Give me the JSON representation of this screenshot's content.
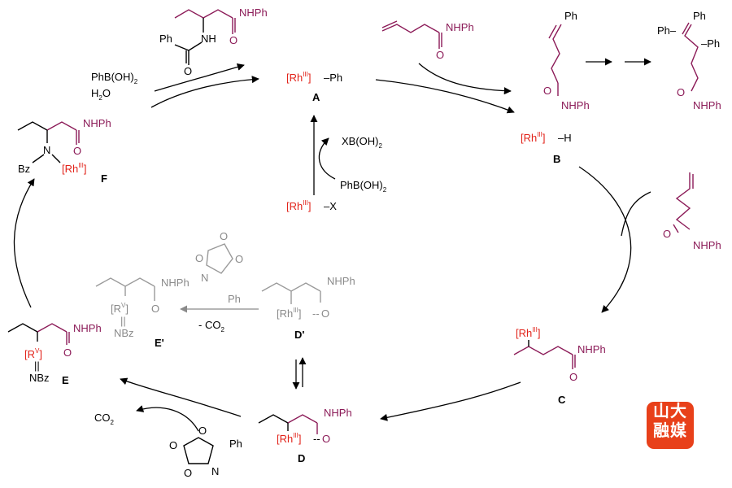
{
  "labels": {
    "A": "A",
    "B": "B",
    "C": "C",
    "D": "D",
    "D_prime": "D'",
    "E": "E",
    "E_prime": "E'",
    "F": "F"
  },
  "reagents": {
    "phb_oh2_water_1": "PhB(OH)",
    "phb_oh2_water_sub1": "2",
    "phb_oh2_water_2": "H",
    "phb_oh2_water_sub2": "2",
    "phb_oh2_water_3": "O",
    "xb_oh2": "XB(OH)",
    "xb_oh2_sub": "2",
    "phb_oh2": "PhB(OH)",
    "phb_oh2_sub": "2",
    "minus_co2": "- CO",
    "minus_co2_sub": "2",
    "co2": "CO",
    "co2_sub": "2"
  },
  "species": {
    "rh": "[Rh",
    "rh_ox": "III",
    "rh_close": "]",
    "rh_ph_tail": "–Ph",
    "rh_h_tail": "–H",
    "rh_x_tail": "–X",
    "rv": "[R",
    "rv_ox": "V",
    "nhph": "NHPh",
    "nh": "NH",
    "ph": "Ph",
    "o": "O",
    "n": "N",
    "bz": "Bz",
    "nbz": "NBz",
    "ph_dash": "Ph–",
    "dash_ph": "–Ph"
  },
  "watermark": {
    "line1": "山大",
    "line2": "融媒"
  },
  "colors": {
    "rhodium": "#e2231a",
    "product": "#8b1a57",
    "inactive": "#8a8a8a",
    "logo": "#e8401a"
  }
}
